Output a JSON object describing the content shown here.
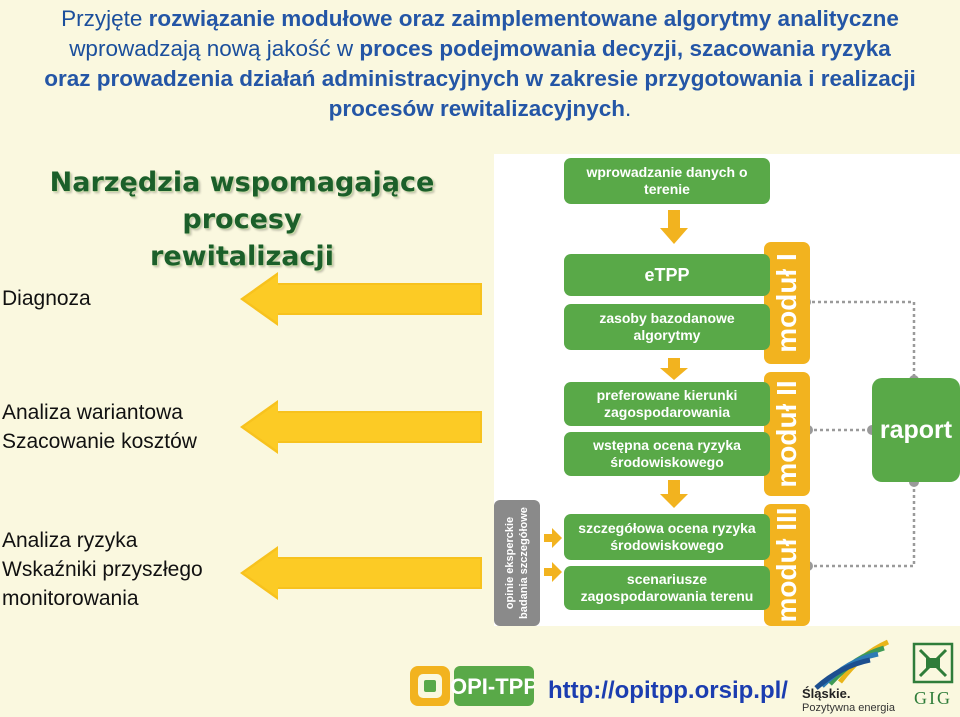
{
  "intro": {
    "line1_a": "Przyjęte",
    "line1_b": "rozwiązanie modułowe oraz zaimplementowane algorytmy analityczne",
    "line2_a": "wprowadzają nową jakość w",
    "line2_b": "proces podejmowania decyzji, szacowania ryzyka",
    "line3": "oraz prowadzenia działań administracyjnych w zakresie przygotowania i realizacji",
    "line4_a": "procesów rewitalizacyjnych",
    "line4_b": "."
  },
  "tools_title": {
    "line1": "Narzędzia wspomagające procesy",
    "line2": "rewitalizacji"
  },
  "phases": [
    {
      "line1": "Diagnoza"
    },
    {
      "line1": "Analiza wariantowa",
      "line2": "Szacowanie kosztów"
    },
    {
      "line1": "Analiza ryzyka",
      "line2": "Wskaźniki przyszłego",
      "line3": "monitorowania"
    }
  ],
  "diagram": {
    "input_box": "wprowadzanie danych o terenie",
    "module1": {
      "label": "moduł I",
      "box1": "eTPP",
      "box2": "zasoby bazodanowe algorytmy"
    },
    "module2": {
      "label": "moduł II",
      "box1": "preferowane kierunki zagospodarowania",
      "box2": "wstępna ocena ryzyka środowiskowego"
    },
    "module3": {
      "label": "moduł III",
      "box1": "szczegółowa ocena ryzyka środowiskowego",
      "box2": "scenariusze zagospodarowania terenu"
    },
    "side_bar": {
      "line1": "opinie eksperckie",
      "line2": "badania szczegółowe"
    },
    "output_box": "raport"
  },
  "footer": {
    "logo_text": "OPI-TPP",
    "url": "http://opitpp.orsip.pl/",
    "partner1_name": "Śląskie.",
    "partner1_tagline": "Pozytywna energia",
    "partner2_name": "GIG"
  },
  "colors": {
    "background": "#FAF8DF",
    "green": "#59A948",
    "yellow": "#F2B31F",
    "blue_text": "#1b4f9c",
    "title_green": "#1b5f2a"
  }
}
